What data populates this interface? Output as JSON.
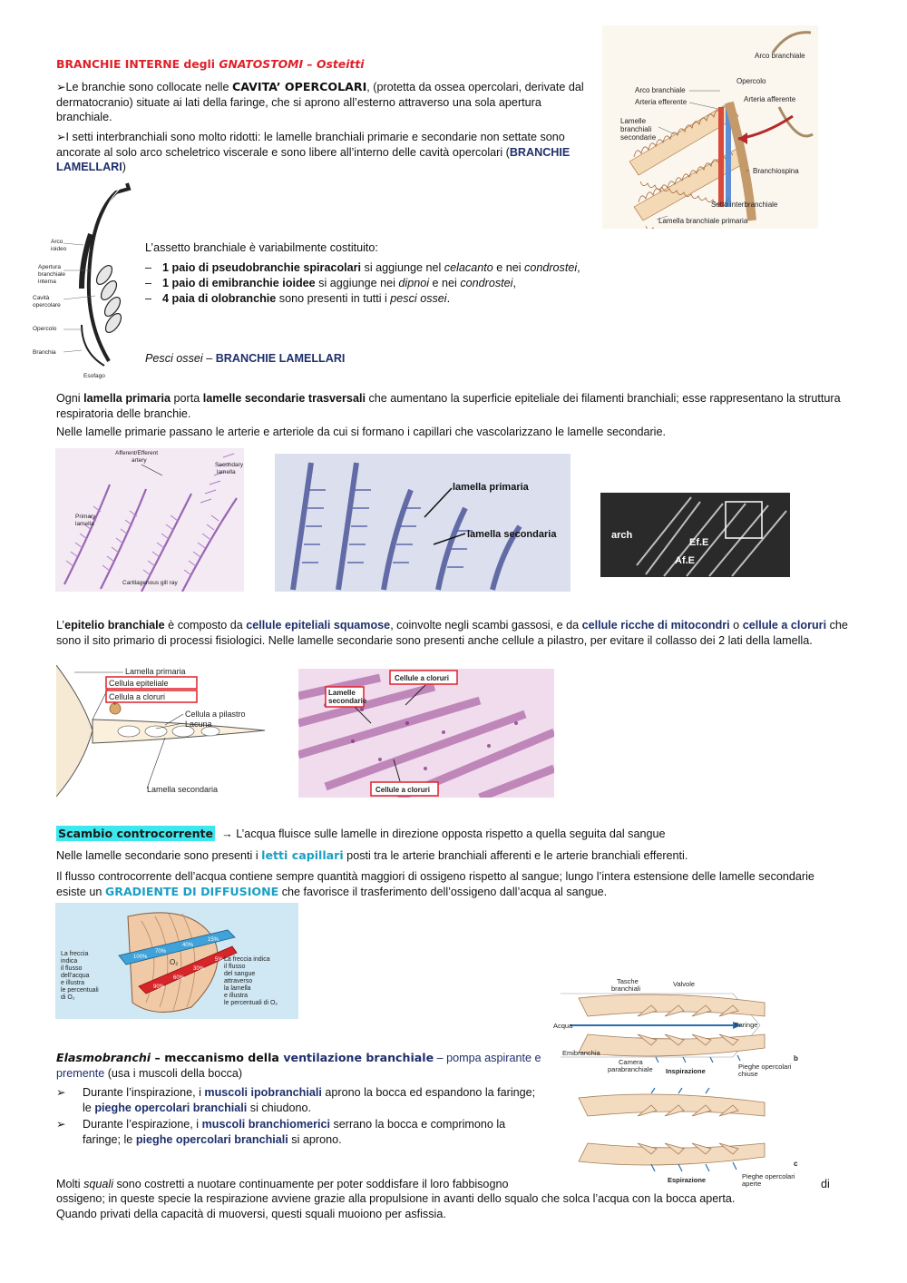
{
  "section1": {
    "title_a": "BRANCHIE INTERNE degli ",
    "title_b": "GNATOSTOMI – ",
    "title_c": "Osteitti",
    "p1_a": "➢Le branchie sono collocate nelle ",
    "p1_b": "CAVITA’ OPERCOLARI",
    "p1_c": ", (protetta da ossea opercolari, derivate dal dermatocranio) situate ai lati della faringe, che si aprono all’esterno attraverso una sola apertura branchiale.",
    "p2_a": "➢I setti interbranchiali sono molto ridotti: le lamelle branchiali primarie e secondarie non settate sono ancorate al solo arco scheletrico viscerale e sono libere all’interno delle cavità opercolari (",
    "p2_b": "BRANCHIE LAMELLARI",
    "p2_c": ")"
  },
  "fig_gill_arch": {
    "labels": [
      "Arco branchiale",
      "Opercolo",
      "Arco branchiale",
      "Arteria efferente",
      "Arteria afferente",
      "Lamelle",
      "branchiali",
      "secondarie",
      "Branchiospina",
      "Setto interbranchiale",
      "Lamella branchiale primaria"
    ]
  },
  "fig_head_section": {
    "labels": [
      "Arco",
      "ioideo",
      "Apertura",
      "branchiale",
      "interna",
      "Cavità",
      "opercolare",
      "Opercolo",
      "Branchia",
      "Esofago"
    ]
  },
  "assetto": {
    "intro": "L’assetto branchiale è variabilmente costituito:",
    "items": [
      {
        "dash": "–",
        "bold": "1 paio di pseudobranchie spiracolari",
        "t1": " si aggiunge nel ",
        "i1": "celacanto",
        "t2": " e nei ",
        "i2": "condrostei",
        "t3": ","
      },
      {
        "dash": "–",
        "bold": "1 paio di emibranchie ioidee",
        "t1": " si aggiunge nei ",
        "i1": "dipnoi",
        "t2": " e nei ",
        "i2": "condrostei",
        "t3": ","
      },
      {
        "dash": "–",
        "bold": "4 paia di olobranchie",
        "t1": " sono presenti in tutti i ",
        "i1": "pesci ossei",
        "t2": ".",
        "i2": "",
        "t3": ""
      }
    ],
    "sub_a": "Pesci ossei – ",
    "sub_b": "BRANCHIE LAMELLARI"
  },
  "lamella": {
    "p1_a": "Ogni ",
    "p1_b": "lamella primaria",
    "p1_c": " porta ",
    "p1_d": "lamelle secondarie trasversali",
    "p1_e": " che aumentano la superficie epiteliale dei filamenti branchiali; esse rappresentano la struttura respiratoria delle branchie.",
    "p2": "Nelle lamelle primarie passano le arterie e arteriole da cui si formano i capillari che vascolarizzano le lamelle secondarie."
  },
  "micro1": {
    "labels": [
      "Afferent/Efferent",
      "artery",
      "Secondary",
      "lamella",
      "Primary",
      "lamella",
      "Cartilagenous gill ray"
    ]
  },
  "micro2": {
    "labels": [
      "lamella primaria",
      "lamella secondaria"
    ]
  },
  "micro3": {
    "labels": [
      "arch",
      "Ef.E",
      "Af.E"
    ]
  },
  "epitelio": {
    "a": "L’",
    "b": "epitelio branchiale",
    "c": " è composto da ",
    "d": "cellule epiteliali squamose",
    "e": ", coinvolte negli scambi gassosi, e da ",
    "f": "cellule ricche di mitocondri",
    "g": " o ",
    "h": "cellule a cloruri",
    "i": " che sono il sito primario di processi fisiologici. Nelle lamelle secondarie sono presenti anche cellule a pilastro, per evitare il collasso dei 2 lati della lamella."
  },
  "fig_lamella": {
    "labels": [
      "Lamella primaria",
      "Cellula epiteliale",
      "Cellula a cloruri",
      "Cellula a pilastro",
      "Lacuna",
      "Lamella secondaria"
    ]
  },
  "fig_histo": {
    "labels": [
      "Cellule a cloruri",
      "Lamelle",
      "secondarie",
      "Cellule a cloruri"
    ]
  },
  "scambio": {
    "highlight": "Scambio controcorrente",
    "arrow": "→",
    "t1": " L’acqua fluisce sulle lamelle in direzione opposta rispetto a quella seguita dal sangue",
    "p2_a": "Nelle lamelle secondarie sono presenti i ",
    "p2_b": "letti capillari",
    "p2_c": " posti tra le arterie branchiali afferenti e le arterie branchiali efferenti.",
    "p3_a": "Il flusso controcorrente dell’acqua contiene sempre quantità maggiori di ossigeno rispetto al sangue; lungo l’intera estensione delle lamelle secondarie esiste un ",
    "p3_b": "GRADIENTE DI DIFFUSIONE",
    "p3_c": " che favorisce il trasferimento dell’ossigeno dall’acqua al sangue."
  },
  "fig_counter": {
    "left_lines": [
      "La freccia",
      "indica",
      "il flusso",
      "dell’acqua",
      "e illustra",
      "le percentuali",
      "di O₂"
    ],
    "right_lines": [
      "La freccia indica",
      "il flusso",
      "del sangue",
      "attraverso",
      "la lamella",
      "e illustra",
      "le percentuali di O₂"
    ],
    "water": [
      "100%",
      "70%",
      "40%",
      "15%"
    ],
    "blood": [
      "90%",
      "60%",
      "30%",
      "5%"
    ],
    "o2": "O₂"
  },
  "fig_elasmo": {
    "labels_b": [
      "Tasche",
      "branchiali",
      "Valvole",
      "Acqua",
      "Faringe",
      "Emibranchia",
      "Camera",
      "parabranchiale",
      "Inspirazione",
      "Pieghe opercolari",
      "chiuse",
      "b"
    ],
    "labels_c": [
      "Espirazione",
      "Pieghe opercolari",
      "aperte",
      "c"
    ]
  },
  "elasmo": {
    "title_a": "Elasmobranchi",
    "title_b": " – meccanismo della ",
    "title_c": "ventilazione branchiale",
    "title_d": " – pompa aspirante e premente",
    "title_e": " (usa i muscoli della bocca)",
    "b1_sym": "➢",
    "b1_a": "Durante l’inspirazione, i ",
    "b1_b": "muscoli ipobranchiali",
    "b1_c": " aprono la bocca ed espandono la faringe; le ",
    "b1_d": "pieghe opercolari branchiali",
    "b1_e": " si chiudono.",
    "b2_sym": "➢",
    "b2_a": "Durante l’espirazione, i ",
    "b2_b": "muscoli branchiomerici",
    "b2_c": " serrano la bocca e comprimono la faringe; le ",
    "b2_d": "pieghe opercolari branchiali",
    "b2_e": " si aprono.",
    "last_a": "Molti ",
    "last_b": "squali",
    "last_c": " sono costretti a nuotare continuamente per poter soddisfare il loro fabbisogno",
    "last_di": "di",
    "last_d": "ossigeno; in queste specie la respirazione avviene grazie alla propulsione in avanti dello squalo che solca l’acqua con la bocca aperta. Quando privati della capacità di muoversi, questi squali muoiono per asfissia."
  }
}
